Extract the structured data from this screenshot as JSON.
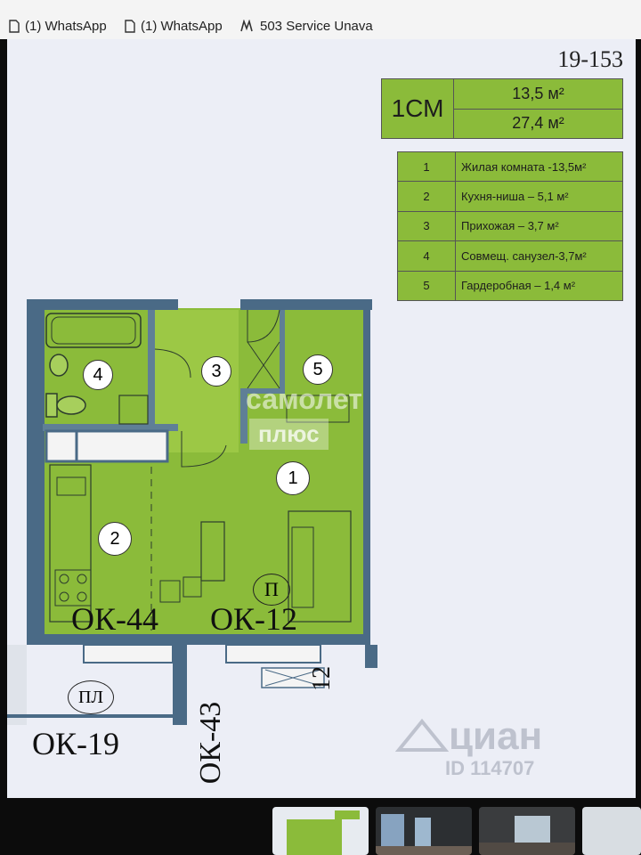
{
  "browser": {
    "tabs": [
      {
        "label": "(1) WhatsApp",
        "icon": "doc-icon"
      },
      {
        "label": "(1) WhatsApp",
        "icon": "doc-icon"
      },
      {
        "label": "503 Service Unava",
        "icon": "wing-icon"
      }
    ]
  },
  "plan": {
    "code": "19-153",
    "type": "1СМ",
    "area_living": "13,5 м²",
    "area_total": "27,4 м²",
    "rooms": [
      {
        "num": "1",
        "label": "Жилая комната -13,5м²"
      },
      {
        "num": "2",
        "label": "Кухня-ниша – 5,1 м²"
      },
      {
        "num": "3",
        "label": "Прихожая – 3,7 м²"
      },
      {
        "num": "4",
        "label": "Совмещ. санузел-3,7м²"
      },
      {
        "num": "5",
        "label": "Гардеробная – 1,4 м²"
      }
    ],
    "window_labels": [
      "ОК-44",
      "ОК-12",
      "ОК-19",
      "ОК-43",
      "ПЛ",
      "П",
      "12"
    ],
    "brand_watermark": [
      "самолет",
      "плюс"
    ],
    "listing_watermark": [
      "циан",
      "ID 114707"
    ]
  },
  "colors": {
    "plan_green": "#8bbb3a",
    "wall": "#4a6a86",
    "paper": "#eceef6"
  }
}
